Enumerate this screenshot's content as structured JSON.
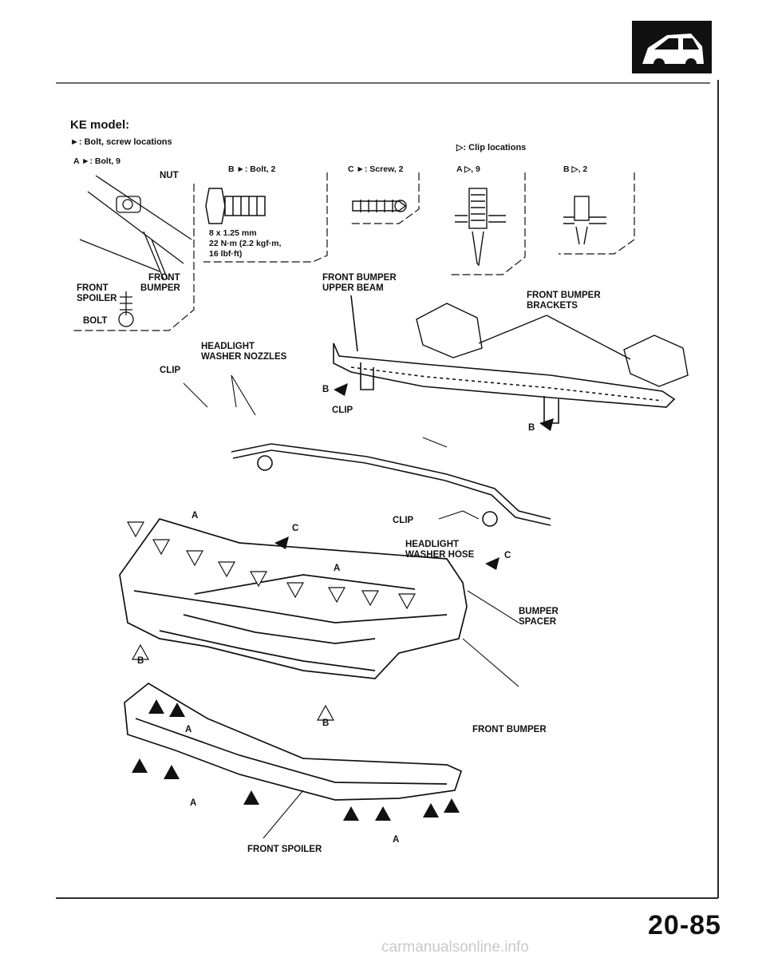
{
  "heading": "KE model:",
  "legend_bolt": "►: Bolt, screw locations",
  "legend_clip": "▷: Clip locations",
  "details": {
    "a_bolt": "A ►: Bolt, 9",
    "b_bolt": "B ►: Bolt, 2",
    "c_screw": "C ►: Screw, 2",
    "a_clip": "A ▷, 9",
    "b_clip": "B ▷, 2",
    "spec_line1": "8 x 1.25 mm",
    "spec_line2": "22 N·m (2.2 kgf·m,",
    "spec_line3": "16 lbf·ft)"
  },
  "labels": {
    "nut": "NUT",
    "front_bumper_small_1": "FRONT",
    "front_bumper_small_2": "BUMPER",
    "front_spoiler_small_1": "FRONT",
    "front_spoiler_small_2": "SPOILER",
    "bolt": "BOLT",
    "upper_beam_1": "FRONT BUMPER",
    "upper_beam_2": "UPPER BEAM",
    "brackets_1": "FRONT BUMPER",
    "brackets_2": "BRACKETS",
    "nozzles_1": "HEADLIGHT",
    "nozzles_2": "WASHER NOZZLES",
    "clip_1": "CLIP",
    "clip_2": "CLIP",
    "clip_3": "CLIP",
    "hose_1": "HEADLIGHT",
    "hose_2": "WASHER HOSE",
    "spacer_1": "BUMPER",
    "spacer_2": "SPACER",
    "front_bumper": "FRONT BUMPER",
    "front_spoiler": "FRONT SPOILER",
    "callout_a": "A",
    "callout_b": "B",
    "callout_c": "C"
  },
  "page_number": "20-85",
  "watermark": "carmanualsonline.info"
}
